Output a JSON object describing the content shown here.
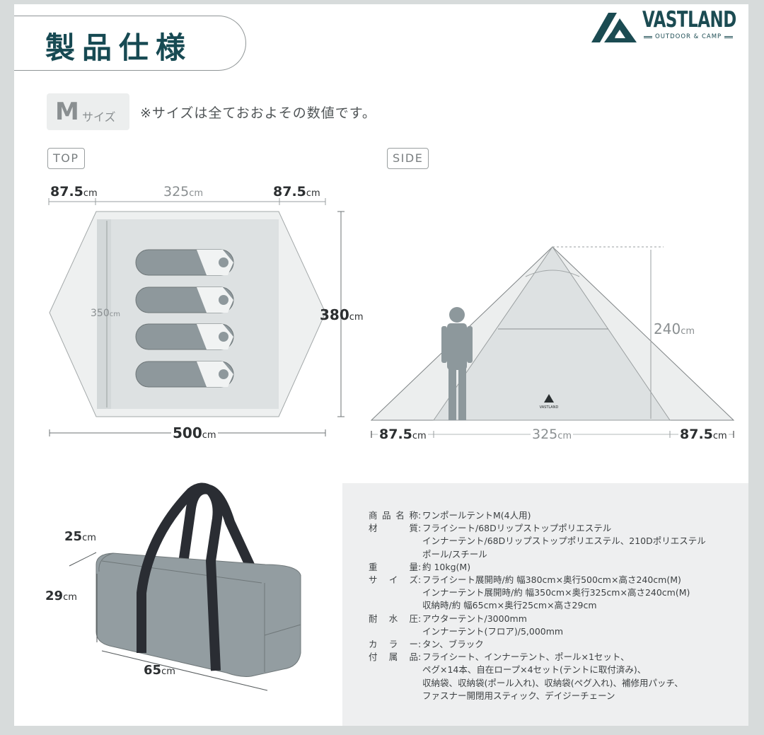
{
  "header": {
    "title": "製品仕様",
    "brand": {
      "name": "VASTLAND",
      "tagline": "OUTDOOR & CAMP",
      "color": "#1b4b52"
    }
  },
  "size_badge": {
    "letter": "M",
    "suffix": "サイズ"
  },
  "note": "※サイズは全ておおよその数値です。",
  "top_view": {
    "label": "TOP",
    "dims": {
      "left_vestibule": {
        "value": "87.5",
        "unit": "cm"
      },
      "center": {
        "value": "325",
        "unit": "cm"
      },
      "right_vestibule": {
        "value": "87.5",
        "unit": "cm"
      },
      "inner_depth": {
        "value": "350",
        "unit": "cm"
      },
      "outer_depth": {
        "value": "380",
        "unit": "cm"
      },
      "total_length": {
        "value": "500",
        "unit": "cm"
      }
    },
    "sleeping_bags": 4
  },
  "side_view": {
    "label": "SIDE",
    "dims": {
      "height": {
        "value": "240",
        "unit": "cm"
      },
      "left_vestibule": {
        "value": "87.5",
        "unit": "cm"
      },
      "center": {
        "value": "325",
        "unit": "cm"
      },
      "right_vestibule": {
        "value": "87.5",
        "unit": "cm"
      }
    },
    "emblem_text": "VASTLAND"
  },
  "bag": {
    "dims": {
      "depth": {
        "value": "25",
        "unit": "cm"
      },
      "height": {
        "value": "29",
        "unit": "cm"
      },
      "width": {
        "value": "65",
        "unit": "cm"
      }
    }
  },
  "specs": [
    {
      "key": "商品名称",
      "values": [
        "ワンポールテントM(4人用)"
      ]
    },
    {
      "key": "材質",
      "values": [
        "フライシート/68Dリップストップポリエステル",
        "インナーテント/68Dリップストップポリエステル、210Dポリエステル",
        "ポール/スチール"
      ]
    },
    {
      "key": "重量",
      "values": [
        "約 10kg(M)"
      ]
    },
    {
      "key": "サイズ",
      "values": [
        "フライシート展開時/約 幅380cm×奥行500cm×高さ240cm(M)",
        "インナーテント展開時/約 幅350cm×奥行325cm×高さ240cm(M)",
        "収納時/約 幅65cm×奥行25cm×高さ29cm"
      ]
    },
    {
      "key": "耐水圧",
      "values": [
        "アウターテント/3000mm",
        "インナーテント(フロア)/5,000mm"
      ]
    },
    {
      "key": "カラー",
      "values": [
        "タン、ブラック"
      ]
    },
    {
      "key": "付属品",
      "values": [
        "フライシート、インナーテント、ポール×1セット、",
        "ペグ×14本、自在ロープ×4セット(テントに取付済み)、",
        "収納袋、収納袋(ポール入れ)、収納袋(ペグ入れ)、補修用パッチ、",
        "ファスナー開閉用スティック、デイジーチェーン"
      ]
    }
  ]
}
